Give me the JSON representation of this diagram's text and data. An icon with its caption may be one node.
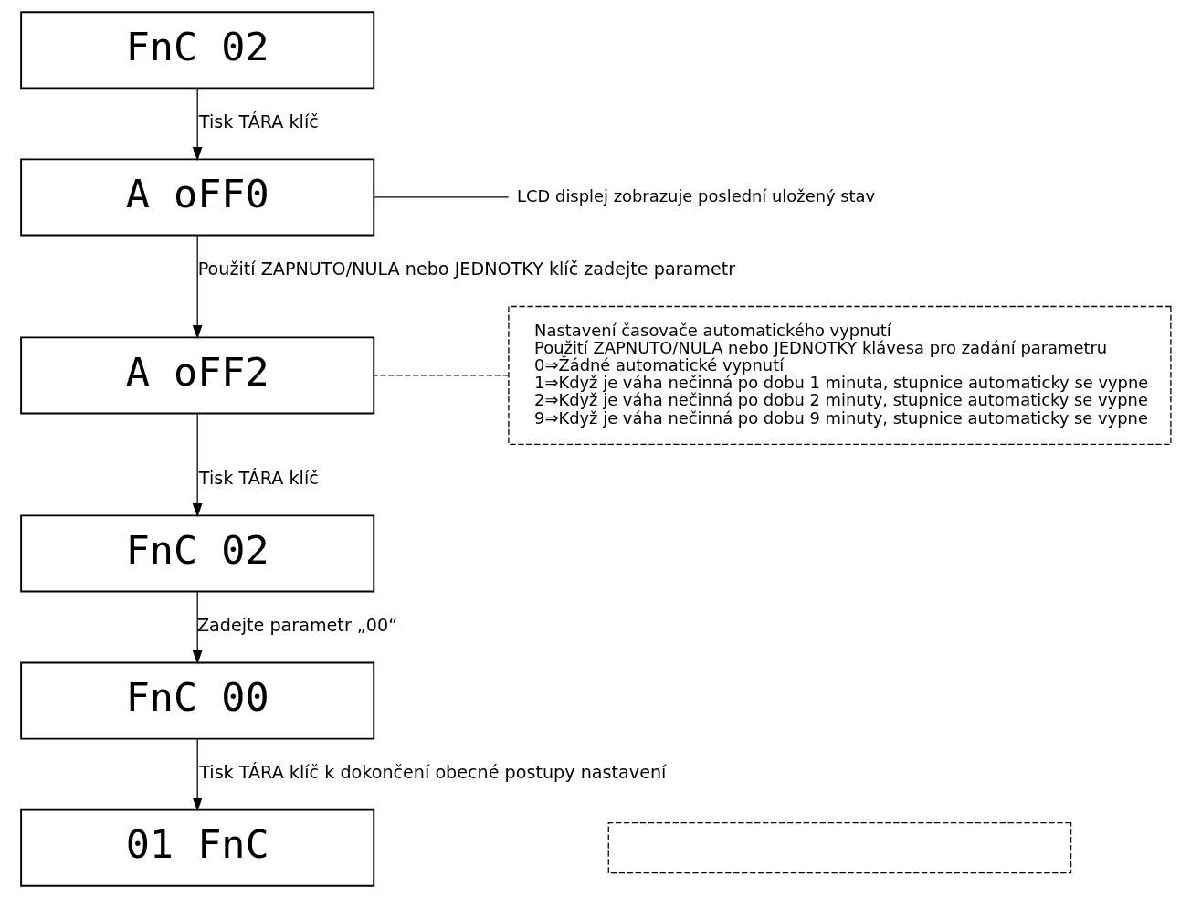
{
  "diagram": {
    "nodes": [
      {
        "text": [
          "FnC 02"
        ]
      },
      {
        "text": [
          "A oFF0"
        ]
      },
      {
        "text": [
          "A oFF2"
        ]
      },
      {
        "text": [
          "FnC 02"
        ]
      },
      {
        "text": [
          "FnC 00"
        ]
      },
      {
        "text": [
          "01 FnC"
        ]
      },
      {
        "text": [
          "LCD displej zobrazuje poslední uložený stav"
        ]
      },
      {
        "text": [
          "Nastavení časovače automatického vypnutí",
          "Použití ZAPNUTO/NULA nebo JEDNOTKY klávesa pro zadání parametru",
          "0⇒Žádné automatické vypnutí",
          "1⇒Když je váha nečinná po dobu 1 minuta, stupnice automaticky se vypne",
          "2⇒Když je váha nečinná po dobu 2 minuty, stupnice automaticky se vypne",
          "9⇒Když je váha nečinná po dobu 9 minuty, stupnice automaticky se vypne"
        ]
      },
      {
        "text": [],
        "shape": "box"
      }
    ],
    "edges": [
      {
        "from": 0,
        "to": 1,
        "arrow": "to",
        "label": "Tisk TÁRA klíč"
      },
      {
        "from": 1,
        "to": 2,
        "arrow": "to",
        "label": "Použití ZAPNUTO/NULA nebo JEDNOTKY klíč zadejte parametr"
      },
      {
        "from": 2,
        "to": 3,
        "arrow": "to",
        "label": "Tisk TÁRA klíč"
      },
      {
        "from": 3,
        "to": 4,
        "arrow": "to",
        "label": "Zadejte parametr „00“"
      },
      {
        "from": 4,
        "to": 5,
        "arrow": "to",
        "label": "Tisk TÁRA klíč k dokončení obecné postupy nastavení"
      },
      {
        "from": 6,
        "to": 1,
        "arrow": "none"
      },
      {
        "from": 7,
        "to": 2,
        "arrow": "none",
        "style": "dashed"
      }
    ]
  }
}
